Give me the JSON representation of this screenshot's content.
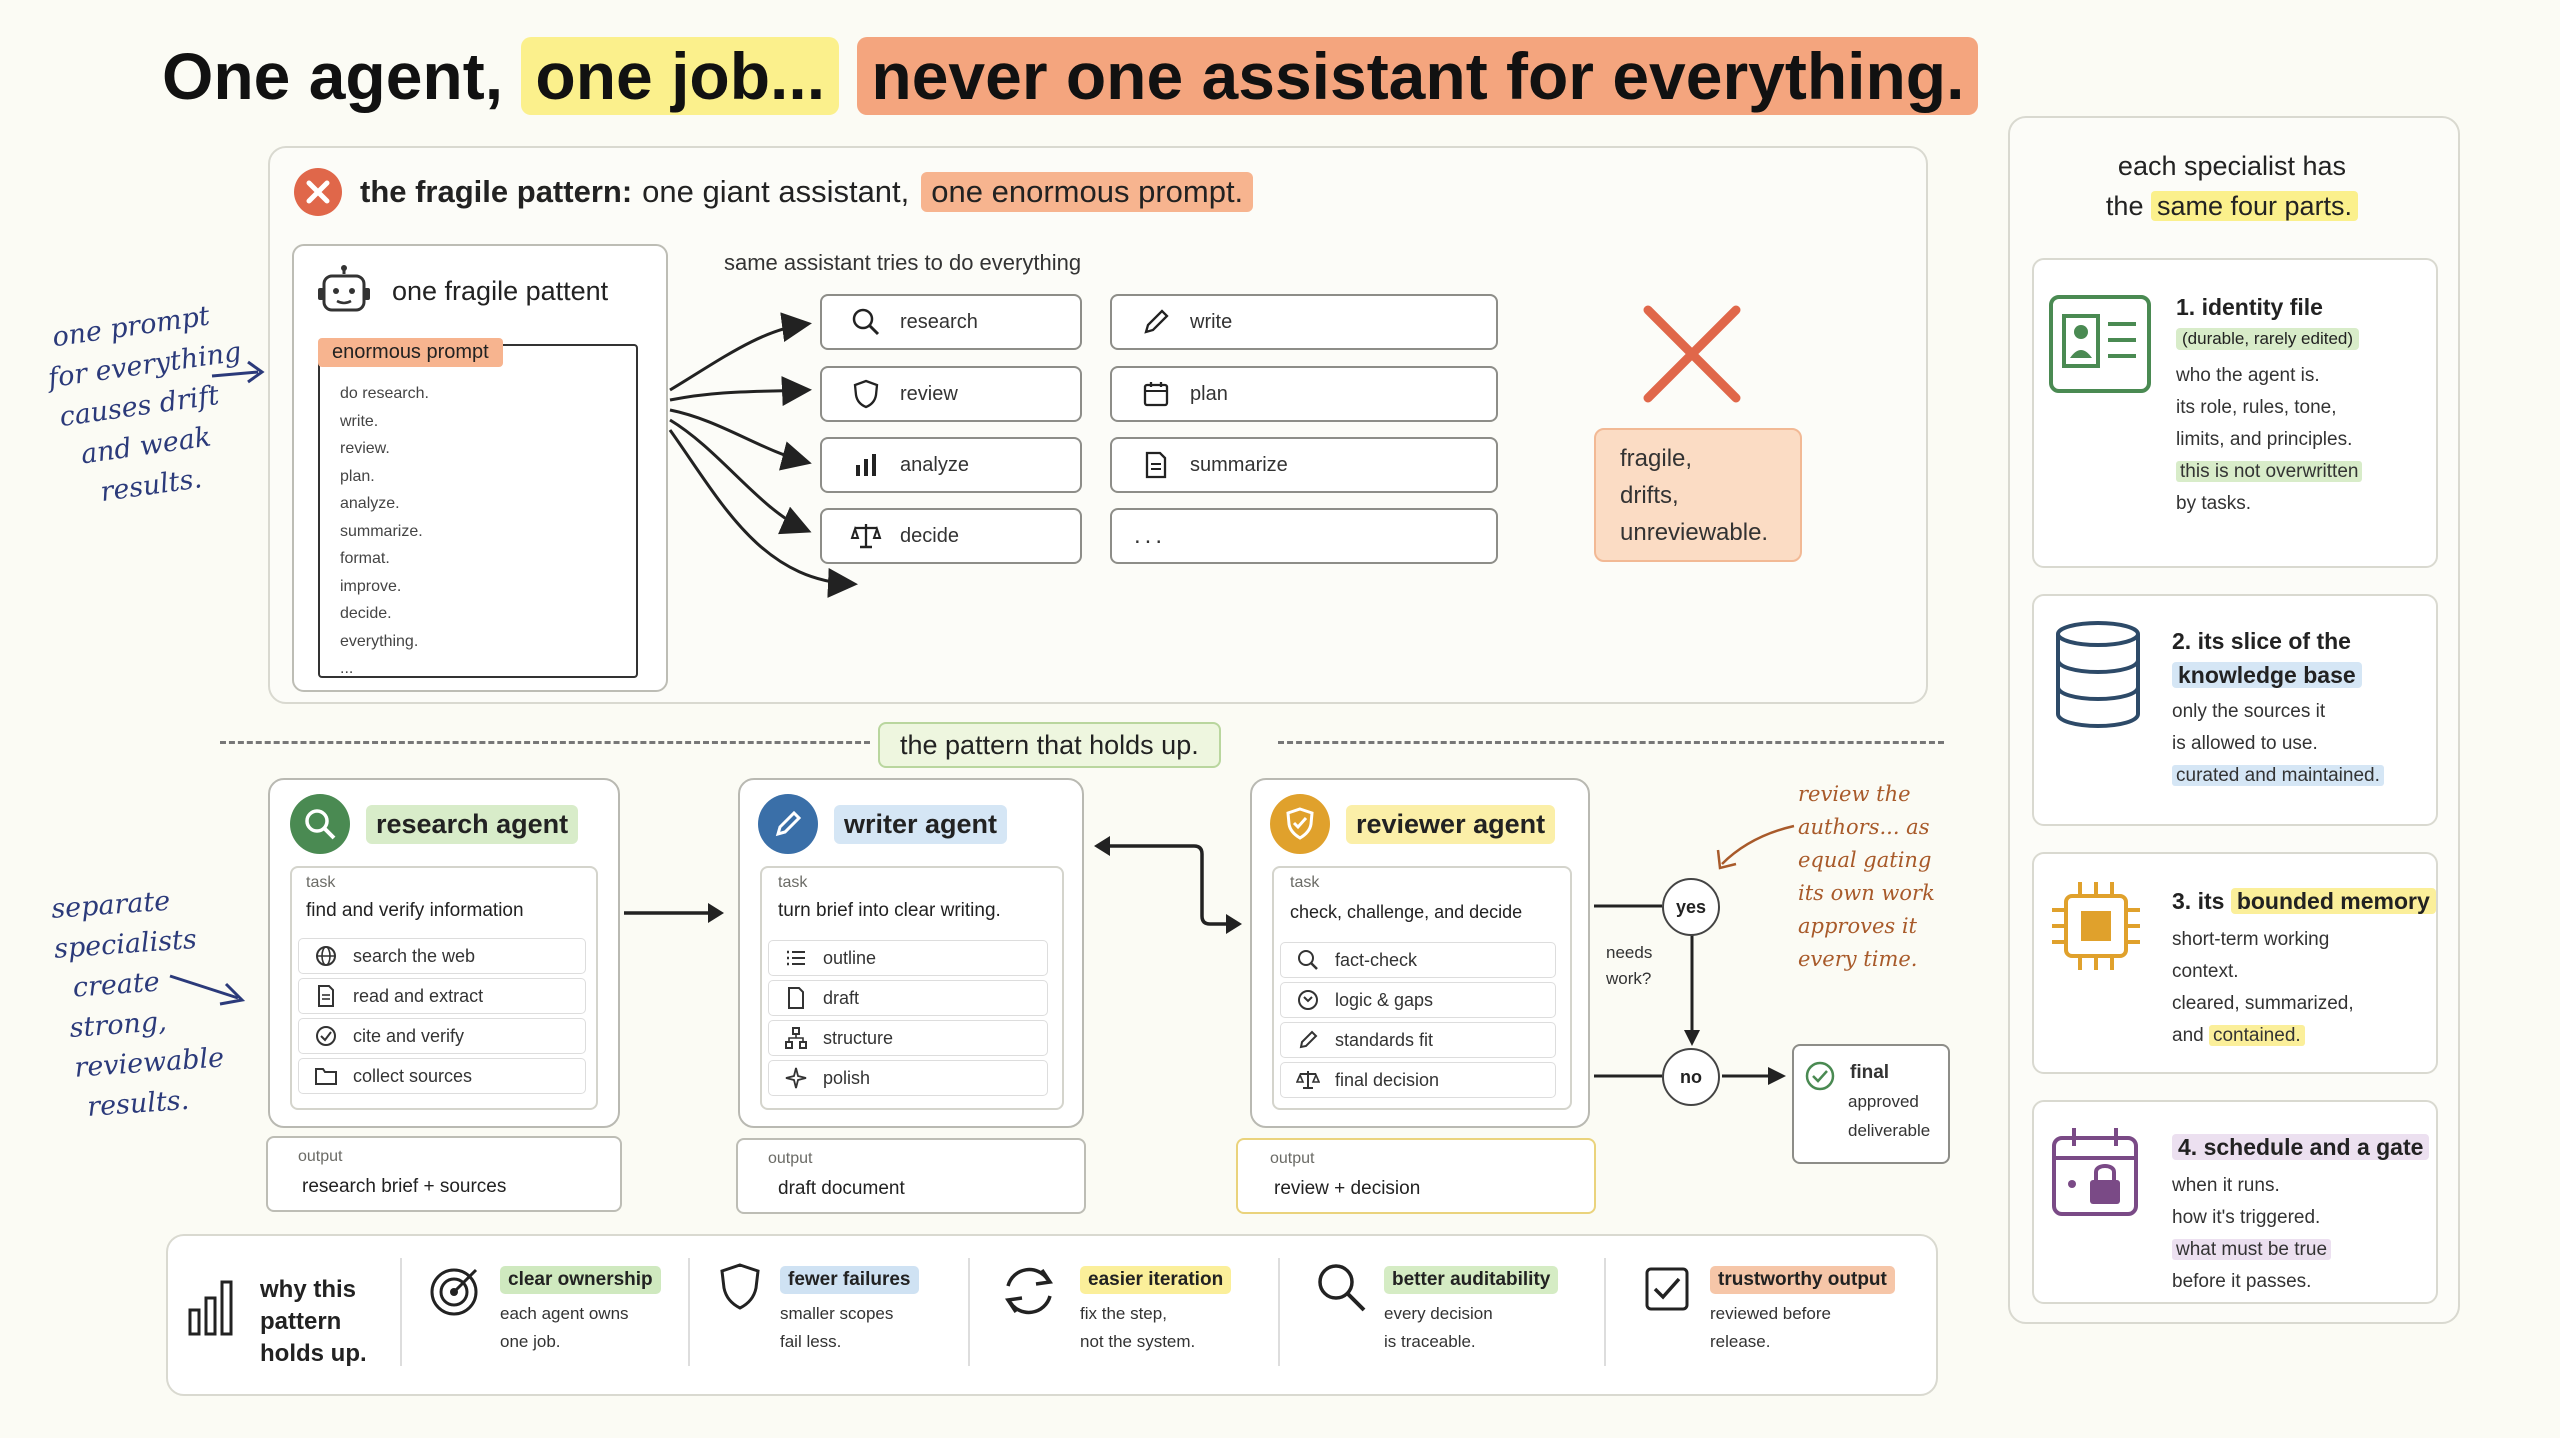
{
  "headline": {
    "part1": "One agent,",
    "part2": "one job...",
    "part3": "never one assistant for everything."
  },
  "fragile": {
    "heading_bold": "the fragile pattern:",
    "heading_rest": "one giant assistant,",
    "heading_hl": "one enormous prompt.",
    "card_title": "one fragile pattent",
    "prompt_label": "enormous prompt",
    "prompt_lines": [
      "do research.",
      "write.",
      "review.",
      "plan.",
      "analyze.",
      "summarize.",
      "format.",
      "improve.",
      "decide.",
      "everything.",
      "..."
    ],
    "tasks_caption": "same assistant tries to do everything",
    "tasks": [
      {
        "label": "research",
        "icon": "search-icon"
      },
      {
        "label": "write",
        "icon": "pencil-icon"
      },
      {
        "label": "review",
        "icon": "shield-icon"
      },
      {
        "label": "plan",
        "icon": "calendar-icon"
      },
      {
        "label": "analyze",
        "icon": "bar-chart-icon"
      },
      {
        "label": "summarize",
        "icon": "document-icon"
      },
      {
        "label": "decide",
        "icon": "scale-icon"
      },
      {
        "label": "...",
        "icon": ""
      }
    ],
    "verdict_lines": [
      "fragile,",
      "drifts,",
      "unreviewable."
    ]
  },
  "left_notes": {
    "top": [
      "one prompt",
      "for everything",
      "causes drift",
      "and weak",
      "results."
    ],
    "bottom": [
      "separate",
      "specialists",
      "create",
      "strong,",
      "reviewable",
      "results."
    ]
  },
  "divider_label": "the pattern that holds up.",
  "agents": [
    {
      "title": "research agent",
      "task_label": "task",
      "task": "find and verify information",
      "rows": [
        "search the web",
        "read and extract",
        "cite and verify",
        "collect sources"
      ],
      "output_label": "output",
      "output": "research brief + sources"
    },
    {
      "title": "writer agent",
      "task_label": "task",
      "task": "turn brief into clear writing.",
      "rows": [
        "outline",
        "draft",
        "structure",
        "polish"
      ],
      "output_label": "output",
      "output": "draft document"
    },
    {
      "title": "reviewer agent",
      "task_label": "task",
      "task": "check, challenge, and decide",
      "rows": [
        "fact-check",
        "logic & gaps",
        "standards fit",
        "final decision"
      ],
      "output_label": "output",
      "output": "review + decision"
    }
  ],
  "gate": {
    "yes": "yes",
    "no": "no",
    "needs_work": [
      "needs",
      "work?"
    ],
    "final_lines": [
      "final",
      "approved",
      "deliverable"
    ],
    "note_lines": [
      "review the",
      "authors... as",
      "equal gating",
      "its own work",
      "approves it",
      "every time."
    ]
  },
  "right_panel": {
    "header_line1": "each specialist has",
    "header_line2_pre": "the",
    "header_line2_hl": "same four parts.",
    "cards": [
      {
        "title": "1. identity file",
        "tag": "(durable, rarely edited)",
        "lines": [
          "who the agent is.",
          "its role, rules, tone,",
          "limits, and principles."
        ],
        "hl_line": "this is not overwritten",
        "last_line": "by tasks."
      },
      {
        "title_l1": "2. its slice of the",
        "title_l2": "knowledge base",
        "lines": [
          "only the sources it",
          "is allowed to use."
        ],
        "hl_line": "curated and maintained."
      },
      {
        "title_pre": "3. its",
        "title_hl": "bounded memory",
        "lines": [
          "short-term working",
          "context.",
          "cleared, summarized,"
        ],
        "last_pre": "and",
        "last_hl": "contained."
      },
      {
        "title": "4. schedule and a gate",
        "lines": [
          "when it runs.",
          "how it's triggered."
        ],
        "hl_line": "what must be true",
        "last_line": "before it passes."
      }
    ]
  },
  "benefits": {
    "intro": [
      "why this",
      "pattern",
      "holds up."
    ],
    "items": [
      {
        "title": "clear ownership",
        "lines": [
          "each agent owns",
          "one job."
        ],
        "color": "#cfe9bf"
      },
      {
        "title": "fewer failures",
        "lines": [
          "smaller scopes",
          "fail less."
        ],
        "color": "#cfe2f3"
      },
      {
        "title": "easier iteration",
        "lines": [
          "fix the step,",
          "not the system."
        ],
        "color": "#fbef9a"
      },
      {
        "title": "better auditability",
        "lines": [
          "every decision",
          "is traceable."
        ],
        "color": "#d5ecc4"
      },
      {
        "title": "trustworthy output",
        "lines": [
          "reviewed before",
          "release."
        ],
        "color": "#f6c6a8"
      }
    ]
  },
  "colors": {
    "research": "#4a8a52",
    "writer": "#3a6fa8",
    "reviewer": "#e0a12c",
    "danger": "#e0674a",
    "accent_orange": "#f4a57e",
    "accent_yellow": "#fbf08c"
  }
}
